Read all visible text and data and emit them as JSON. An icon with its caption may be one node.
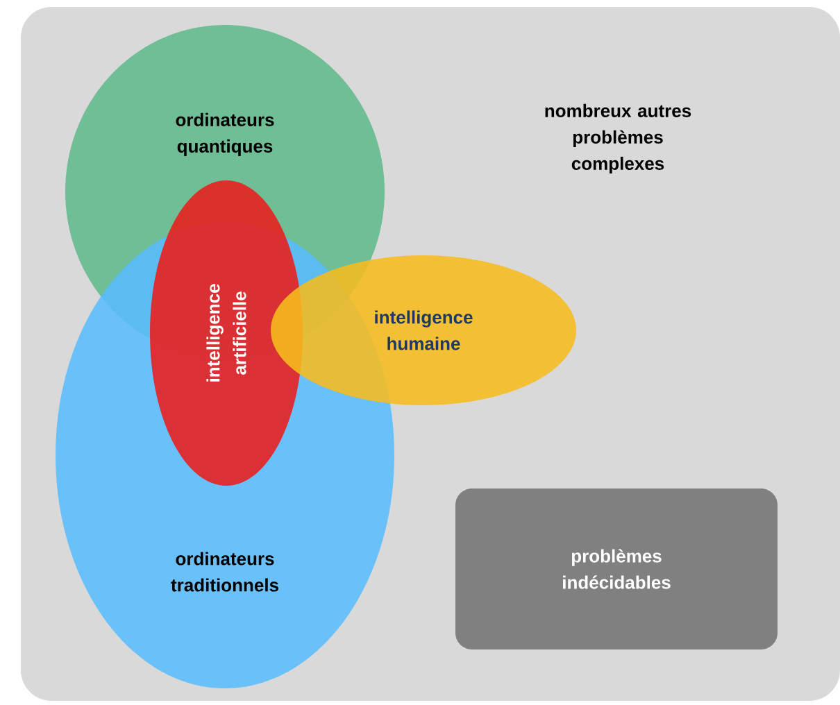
{
  "diagram": {
    "nodes": [
      {
        "text": [
          "nombreux autres problèmes complexes"
        ]
      },
      {
        "text": [
          "ordinateurs quantiques"
        ],
        "in": 0
      },
      {
        "text": [
          "ordinateurs traditionnels"
        ],
        "in": 0
      },
      {
        "text": [
          "intelligence artificielle"
        ],
        "in": 0
      },
      {
        "text": [
          "intelligence humaine"
        ],
        "in": 0
      },
      {
        "text": [
          "problèmes indécidables"
        ],
        "in": 0
      }
    ]
  }
}
